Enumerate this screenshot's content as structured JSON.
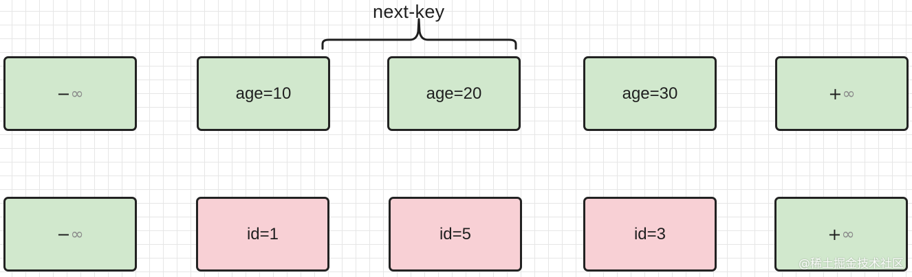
{
  "annotation": {
    "label": "next-key"
  },
  "index_row": {
    "nodes": [
      {
        "minus": "−",
        "inf": "∞",
        "color": "green"
      },
      {
        "label": "age=10",
        "color": "green"
      },
      {
        "label": "age=20",
        "color": "green"
      },
      {
        "label": "age=30",
        "color": "green"
      },
      {
        "plus": "+",
        "inf": "∞",
        "color": "green"
      }
    ]
  },
  "primary_row": {
    "nodes": [
      {
        "minus": "−",
        "inf": "∞",
        "color": "green"
      },
      {
        "label": "id=1",
        "color": "pink"
      },
      {
        "label": "id=5",
        "color": "pink"
      },
      {
        "label": "id=3",
        "color": "pink"
      },
      {
        "plus": "+",
        "inf": "∞",
        "color": "green"
      }
    ]
  },
  "watermark": "@稀土掘金技术社区",
  "colors": {
    "green_fill": "#d1e8cd",
    "pink_fill": "#f8d0d5",
    "border": "#222222"
  }
}
